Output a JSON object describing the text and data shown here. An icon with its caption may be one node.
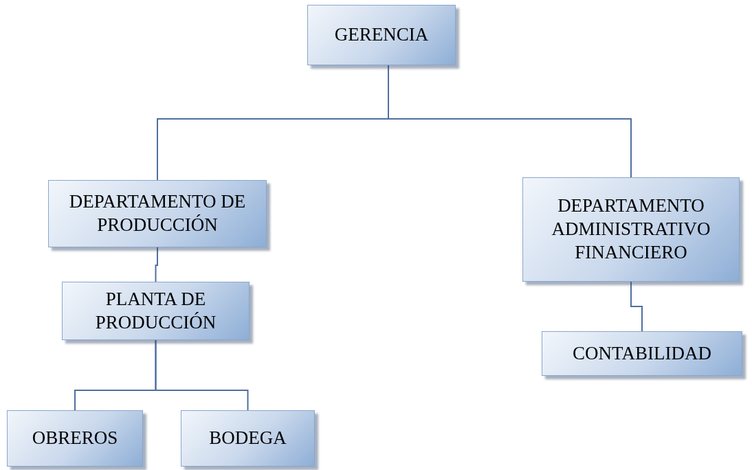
{
  "diagram": {
    "nodes": [
      {
        "text": [
          "GERENCIA"
        ]
      },
      {
        "text": [
          "DEPARTAMENTO DE PRODUCCIÓN"
        ]
      },
      {
        "text": [
          "DEPARTAMENTO ADMINISTRATIVO FINANCIERO"
        ]
      },
      {
        "text": [
          "PLANTA DE PRODUCCIÓN"
        ]
      },
      {
        "text": [
          "CONTABILIDAD"
        ]
      },
      {
        "text": [
          "OBREROS"
        ]
      },
      {
        "text": [
          "BODEGA"
        ]
      }
    ],
    "edges": [
      {
        "from": 0,
        "to": 1,
        "arrow": "none"
      },
      {
        "from": 0,
        "to": 2,
        "arrow": "none"
      },
      {
        "from": 1,
        "to": 3,
        "arrow": "none"
      },
      {
        "from": 2,
        "to": 4,
        "arrow": "none"
      },
      {
        "from": 3,
        "to": 5,
        "arrow": "none"
      },
      {
        "from": 3,
        "to": 6,
        "arrow": "none"
      }
    ]
  }
}
